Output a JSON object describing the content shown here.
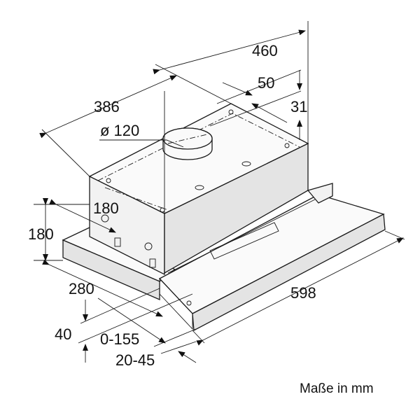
{
  "dimensions": {
    "width_total": "460",
    "duct_offset": "50",
    "depth": "386",
    "duct_side_offset": "31",
    "duct_diameter": "ø 120",
    "body_height_top": "180",
    "body_height_side": "180",
    "base_depth": "280",
    "front_width": "598",
    "front_height": "40",
    "extension_range": "0-155",
    "front_panel_range": "20-45"
  },
  "caption": "Maße in mm"
}
